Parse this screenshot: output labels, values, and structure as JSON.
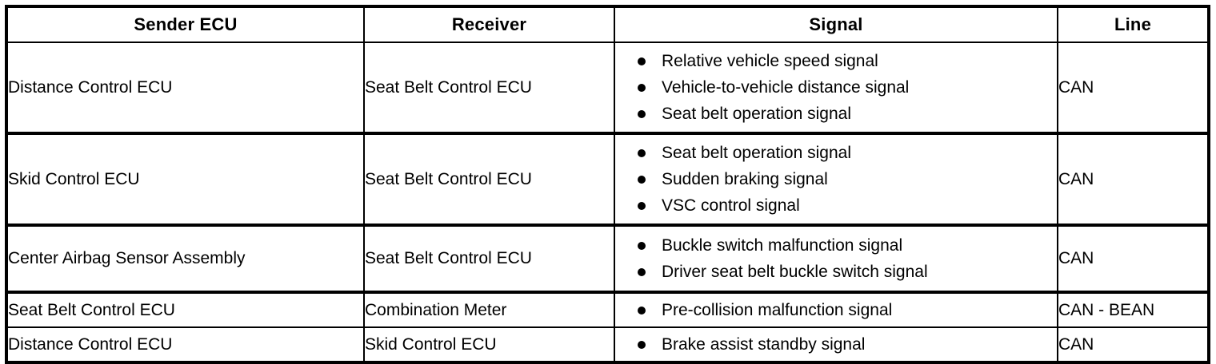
{
  "table": {
    "headers": [
      {
        "label": "Sender ECU",
        "name": "header-sender-ecu"
      },
      {
        "label": "Receiver",
        "name": "header-receiver"
      },
      {
        "label": "Signal",
        "name": "header-signal"
      },
      {
        "label": "Line",
        "name": "header-line"
      }
    ],
    "rows": [
      {
        "sender": "Distance Control ECU",
        "receiver": "Seat Belt Control ECU",
        "signals": [
          "Relative vehicle speed signal",
          "Vehicle-to-vehicle distance signal",
          "Seat belt operation signal"
        ],
        "line": "CAN"
      },
      {
        "sender": "Skid Control ECU",
        "receiver": "Seat Belt Control ECU",
        "signals": [
          "Seat belt operation signal",
          "Sudden braking signal",
          "VSC control signal"
        ],
        "line": "CAN"
      },
      {
        "sender": "Center Airbag Sensor Assembly",
        "receiver": "Seat Belt Control ECU",
        "signals": [
          "Buckle switch malfunction signal",
          "Driver seat belt buckle switch signal"
        ],
        "line": "CAN"
      },
      {
        "sender": "Seat Belt Control ECU",
        "receiver": "Combination Meter",
        "signals": [
          "Pre-collision malfunction signal"
        ],
        "line": "CAN - BEAN"
      },
      {
        "sender": "Distance Control ECU",
        "receiver": "Skid Control ECU",
        "signals": [
          "Brake assist standby signal"
        ],
        "line": "CAN"
      }
    ]
  },
  "colors": {
    "border": "#000000",
    "background": "#ffffff",
    "text": "#000000"
  }
}
